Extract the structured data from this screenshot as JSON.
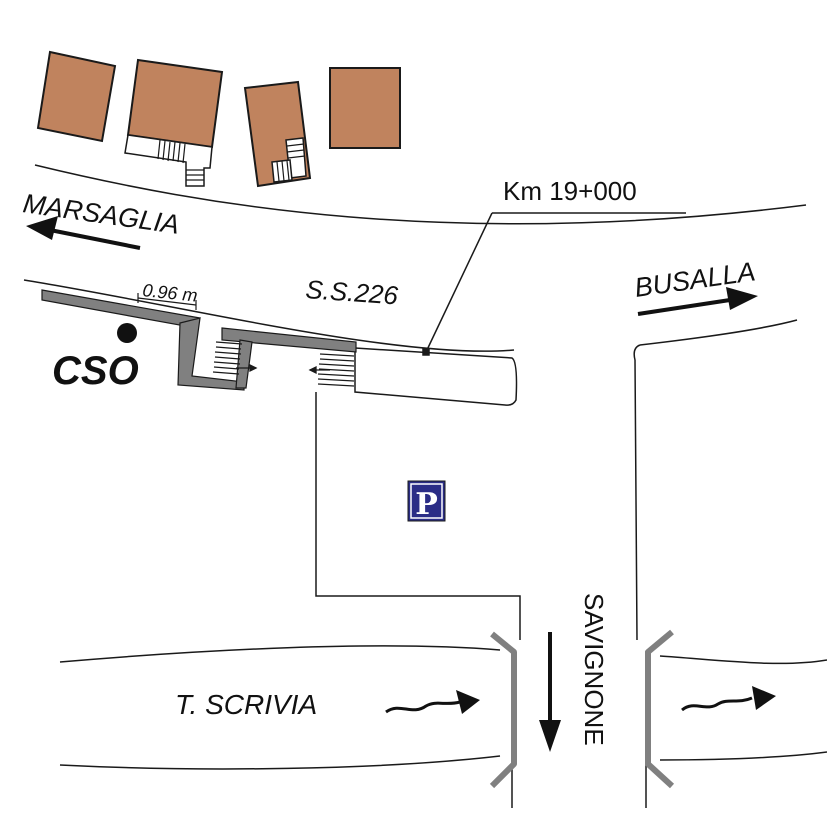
{
  "labels": {
    "marsaglia": "MARSAGLIA",
    "busalla": "BUSALLA",
    "road_code": "S.S.226",
    "km_marker": "Km 19+000",
    "dimension": "0.96 m",
    "cso": "CSO",
    "parking": "P",
    "savignone": "SAVIGNONE",
    "river": "T. SCRIVIA"
  },
  "colors": {
    "building": "#C0835E",
    "wall": "#808080",
    "parking_bg": "#2B2D86",
    "line": "#1a1a1a"
  }
}
